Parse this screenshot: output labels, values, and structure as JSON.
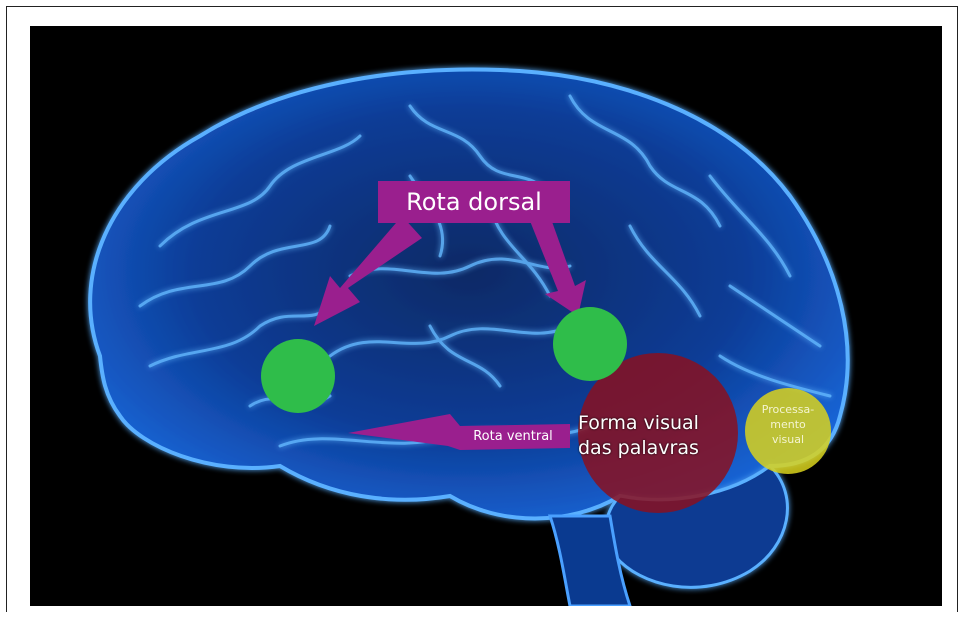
{
  "labels": {
    "dorsal": "Rota dorsal",
    "ventral": "Rota ventral",
    "forma_line1": "Forma visual",
    "forma_line2": "das palavras",
    "proc_line1": "Processa-",
    "proc_line2": "mento",
    "proc_line3": "visual"
  },
  "colors": {
    "background": "#000000",
    "brain": "#1f6fe0",
    "arrow": "#9a1f8e",
    "node": "#2fbd4a",
    "forma_region": "#8a1020",
    "proc_region": "#d9d21c"
  }
}
